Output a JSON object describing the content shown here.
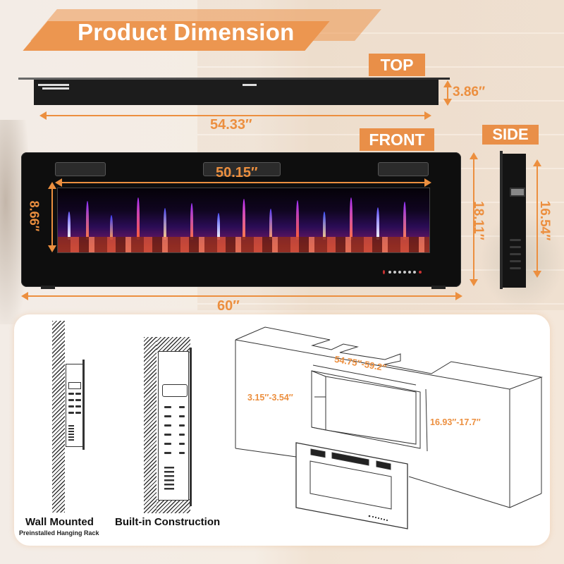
{
  "header": {
    "title": "Product Dimension"
  },
  "views": {
    "top": {
      "label": "TOP",
      "depth": "3.86″",
      "width": "54.33″"
    },
    "front": {
      "label": "FRONT",
      "inner_width": "50.15″",
      "inner_height": "8.66″",
      "height": "18.11″",
      "width": "60″"
    },
    "side": {
      "label": "SIDE",
      "height": "16.54″"
    }
  },
  "installation": {
    "wall": {
      "title": "Wall Mounted",
      "subtitle": "Preinstalled Hanging Rack"
    },
    "built_in": {
      "title": "Built-in Construction"
    },
    "cutout": {
      "width": "54.75″-59.2″",
      "depth": "3.15″-3.54″",
      "height": "16.93″-17.7″"
    }
  },
  "colors": {
    "accent": "#ec8f3f",
    "tag": "#e98f48",
    "unit": "#0e0e0e"
  }
}
